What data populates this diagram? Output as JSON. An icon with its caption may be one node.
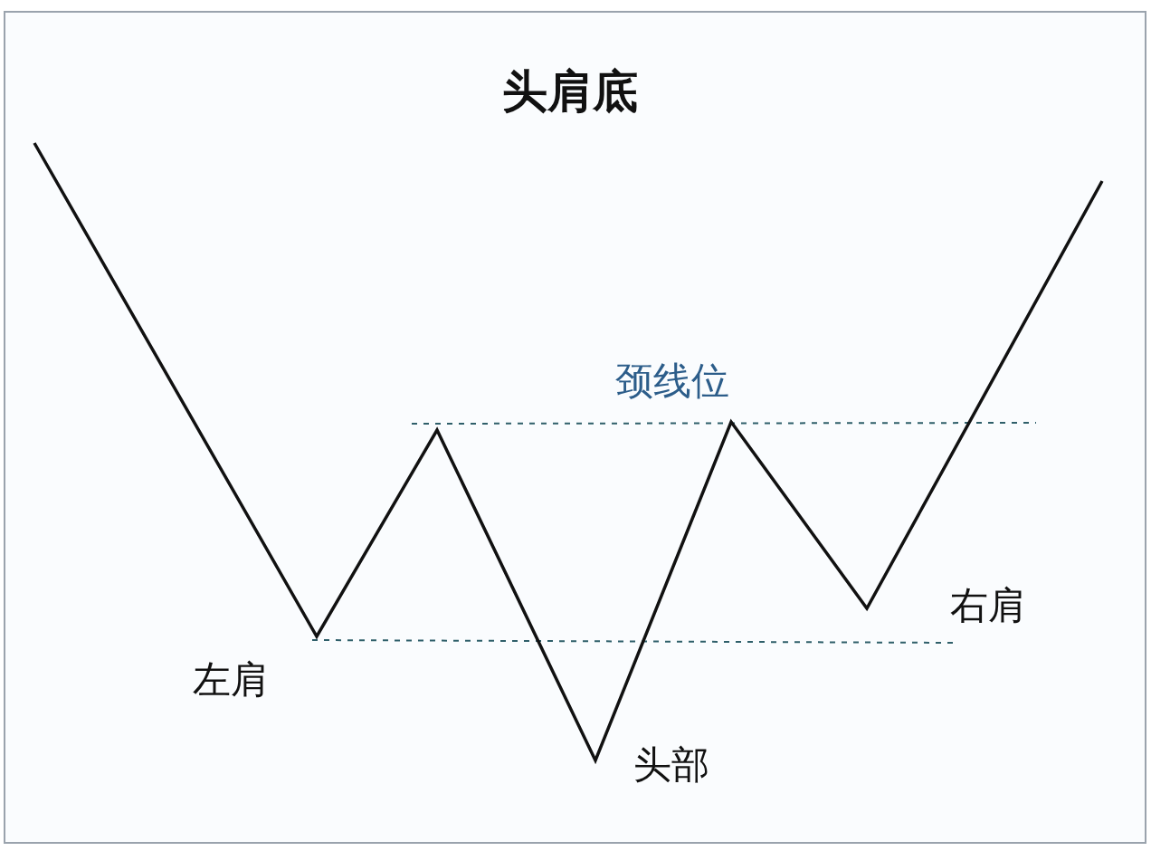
{
  "diagram": {
    "title": "头肩底",
    "labels": [
      "颈线位",
      "右肩",
      "左肩",
      "头部"
    ]
  }
}
